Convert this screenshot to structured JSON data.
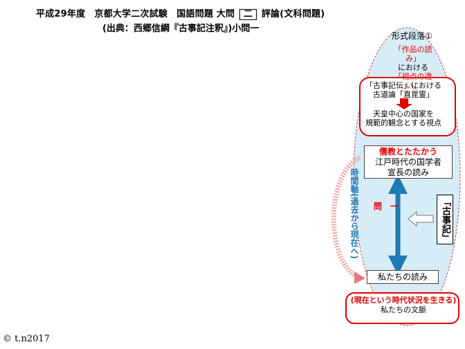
{
  "header": {
    "title_prefix": "平成29年度　京都大学二次試験　国語問題 大問",
    "question_number": "二",
    "title_suffix": "評論(文科問題)",
    "source": "(出典：西郷信綱『古事記注釈』)小問一"
  },
  "copyright": "© t.n2017",
  "diagram": {
    "segment_label": "形式段落①",
    "viewpoint": {
      "line1": "「作品の読み」",
      "line2": "における",
      "line3": "「視点の違い」"
    },
    "kojikiden": {
      "line1": "「古事記伝」における",
      "line2": "古道論「直毘霊」",
      "line3": "天皇中心の国家を",
      "line4": "規範的観念とする視点"
    },
    "norinaga": {
      "line1": "儒教とたたかう",
      "line2": "江戸時代の国学者",
      "line3": "宣長の読み"
    },
    "our_reading": "私たちの読み",
    "context": {
      "line1": "(現在という時代状況を生きる)",
      "line2": "私たちの文脈"
    },
    "kojiki_vertical": "「古事記」",
    "question_one": "問　一",
    "time_axis": "時間軸(過去から現在へ)",
    "colors": {
      "accent_red": "#e00000",
      "ellipse_fill": "#d6ecf7",
      "arrow_blue": "#1f7ab8",
      "time_arrow": "#f4a6a6"
    }
  }
}
